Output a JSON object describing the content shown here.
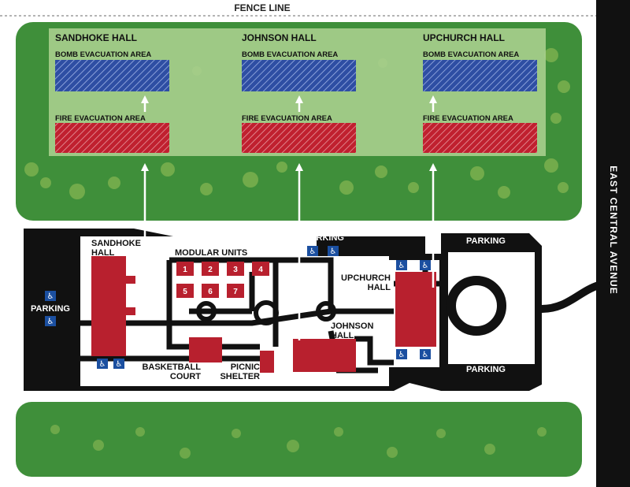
{
  "fence_label": "FENCE LINE",
  "street_label": "EAST CENTRAL AVENUE",
  "halls": [
    {
      "name": "SANDHOKE HALL",
      "bomb_label": "BOMB EVACUATION AREA",
      "fire_label": "FIRE EVACUATION AREA"
    },
    {
      "name": "JOHNSON HALL",
      "bomb_label": "BOMB EVACUATION AREA",
      "fire_label": "FIRE EVACUATION AREA"
    },
    {
      "name": "UPCHURCH HALL",
      "bomb_label": "BOMB EVACUATION AREA",
      "fire_label": "FIRE EVACUATION AREA"
    }
  ],
  "campus": {
    "sandhoke_line1": "SANDHOKE",
    "sandhoke_line2": "HALL",
    "modular_units_label": "MODULAR UNITS",
    "units": [
      "1",
      "2",
      "3",
      "4",
      "5",
      "6",
      "7"
    ],
    "johnson_line1": "JOHNSON",
    "johnson_line2": "HALL",
    "upchurch_line1": "UPCHURCH",
    "upchurch_line2": "HALL",
    "basketball_line1": "BASKETBALL",
    "basketball_line2": "COURT",
    "picnic_line1": "PICNIC",
    "picnic_line2": "SHELTER"
  },
  "parking": {
    "west": "PARKING",
    "north": "PARKING",
    "east_top": "PARKING",
    "east_bottom": "PARKING"
  },
  "colors": {
    "grass": "#3f8f3a",
    "evac_panel": "#a8cf8e",
    "bomb_blue": "#2e4ea3",
    "fire_red": "#c0202f",
    "building_red": "#b8202e",
    "road_black": "#111111",
    "accessible_blue": "#1b4fa0"
  },
  "icons": {
    "accessible": "accessible-parking-icon",
    "arrow": "arrow-up-icon"
  }
}
